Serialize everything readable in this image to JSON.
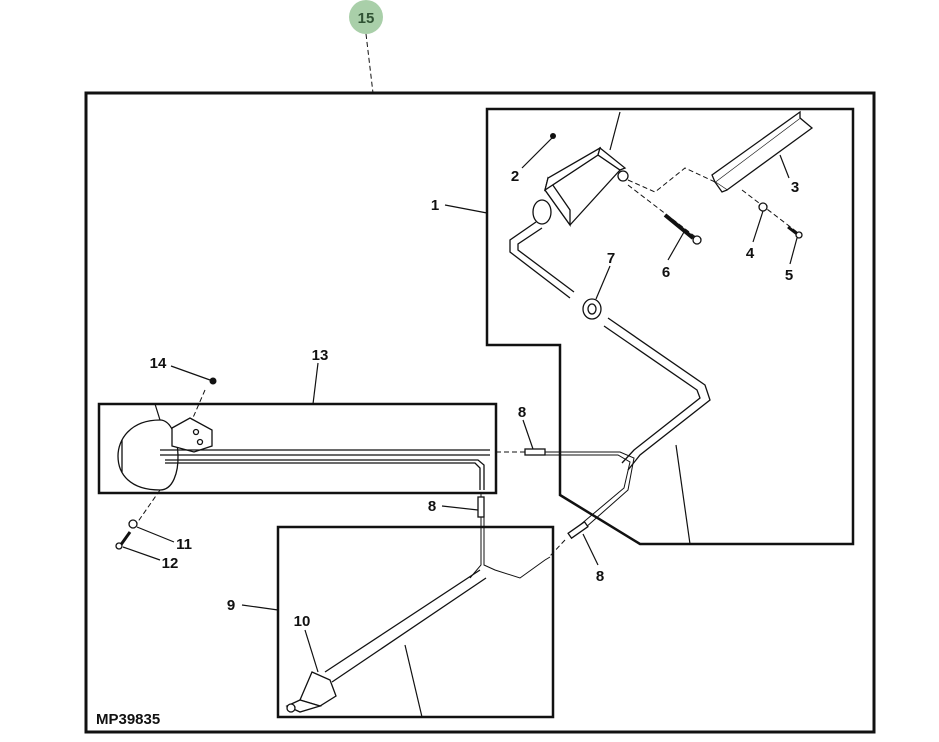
{
  "diagram": {
    "assembly_badge": "15",
    "figure_code": "MP39835",
    "badge_color": "#a9cfa9",
    "callouts": {
      "c1": "1",
      "c2": "2",
      "c3": "3",
      "c4": "4",
      "c5": "5",
      "c6": "6",
      "c7": "7",
      "c8a": "8",
      "c8b": "8",
      "c8c": "8",
      "c9": "9",
      "c10": "10",
      "c11": "11",
      "c12": "12",
      "c13": "13",
      "c14": "14"
    }
  }
}
